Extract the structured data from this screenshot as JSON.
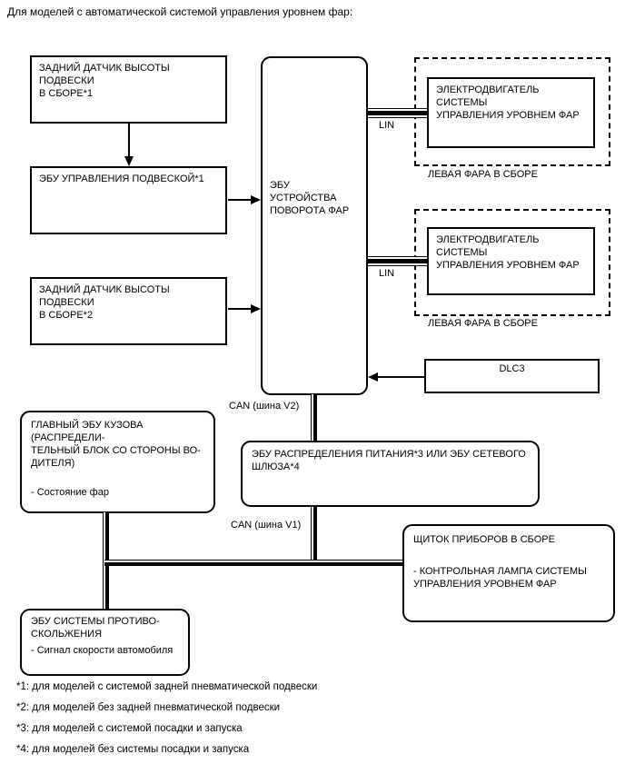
{
  "title": "Для моделей с автоматической системой управления уровнем фар:",
  "colors": {
    "ink": "#000000",
    "background": "#ffffff"
  },
  "nodes": {
    "rear_sensor_1": {
      "label": "ЗАДНИЙ ДАТЧИК ВЫСОТЫ ПОДВЕСКИ\nВ СБОРЕ*1"
    },
    "suspension_ecu": {
      "label": "ЭБУ УПРАВЛЕНИЯ ПОДВЕСКОЙ*1"
    },
    "rear_sensor_2": {
      "label": "ЗАДНИЙ ДАТЧИК ВЫСОТЫ ПОДВЕСКИ\nВ СБОРЕ*2"
    },
    "swivel_ecu": {
      "label": "ЭБУ УСТРОЙСТВА\nПОВОРОТА ФАР"
    },
    "leveling_motor_1": {
      "label": "ЭЛЕКТРОДВИГАТЕЛЬ СИСТЕМЫ\nУПРАВЛЕНИЯ УРОВНЕМ ФАР",
      "group_label": "ЛЕВАЯ ФАРА В СБОРЕ"
    },
    "leveling_motor_2": {
      "label": "ЭЛЕКТРОДВИГАТЕЛЬ СИСТЕМЫ\nУПРАВЛЕНИЯ УРОВНЕМ ФАР",
      "group_label": "ЛЕВАЯ ФАРА В СБОРЕ"
    },
    "dlc3": {
      "label": "DLC3"
    },
    "power_distribution_ecu": {
      "label": "ЭБУ РАСПРЕДЕЛЕНИЯ ПИТАНИЯ*3 ИЛИ ЭБУ СЕТЕВОГО\nШЛЮЗА*4"
    },
    "main_body_ecu": {
      "label": "ГЛАВНЫЙ ЭБУ КУЗОВА (РАСПРЕДЕЛИ-\nТЕЛЬНЫЙ БЛОК СО СТОРОНЫ ВО-\nДИТЕЛЯ)",
      "note": "- Состояние фар"
    },
    "instrument_cluster": {
      "label": "ЩИТОК ПРИБОРОВ В СБОРЕ",
      "note": "- КОНТРОЛЬНАЯ ЛАМПА СИСТЕМЫ\nУПРАВЛЕНИЯ УРОВНЕМ ФАР"
    },
    "skid_control_ecu": {
      "label": "ЭБУ СИСТЕМЫ ПРОТИВО-\nСКОЛЬЖЕНИЯ",
      "note": "- Сигнал скорости автомобиля"
    }
  },
  "bus_labels": {
    "lin_1": "LIN",
    "lin_2": "LIN",
    "can_v2": "CAN (шина V2)",
    "can_v1": "CAN (шина V1)"
  },
  "footnotes": [
    "*1: для моделей с системой задней пневматической подвески",
    "*2: для моделей без задней пневматической подвески",
    "*3: для моделей с системой посадки и запуска",
    "*4: для моделей без системы посадки и запуска"
  ]
}
